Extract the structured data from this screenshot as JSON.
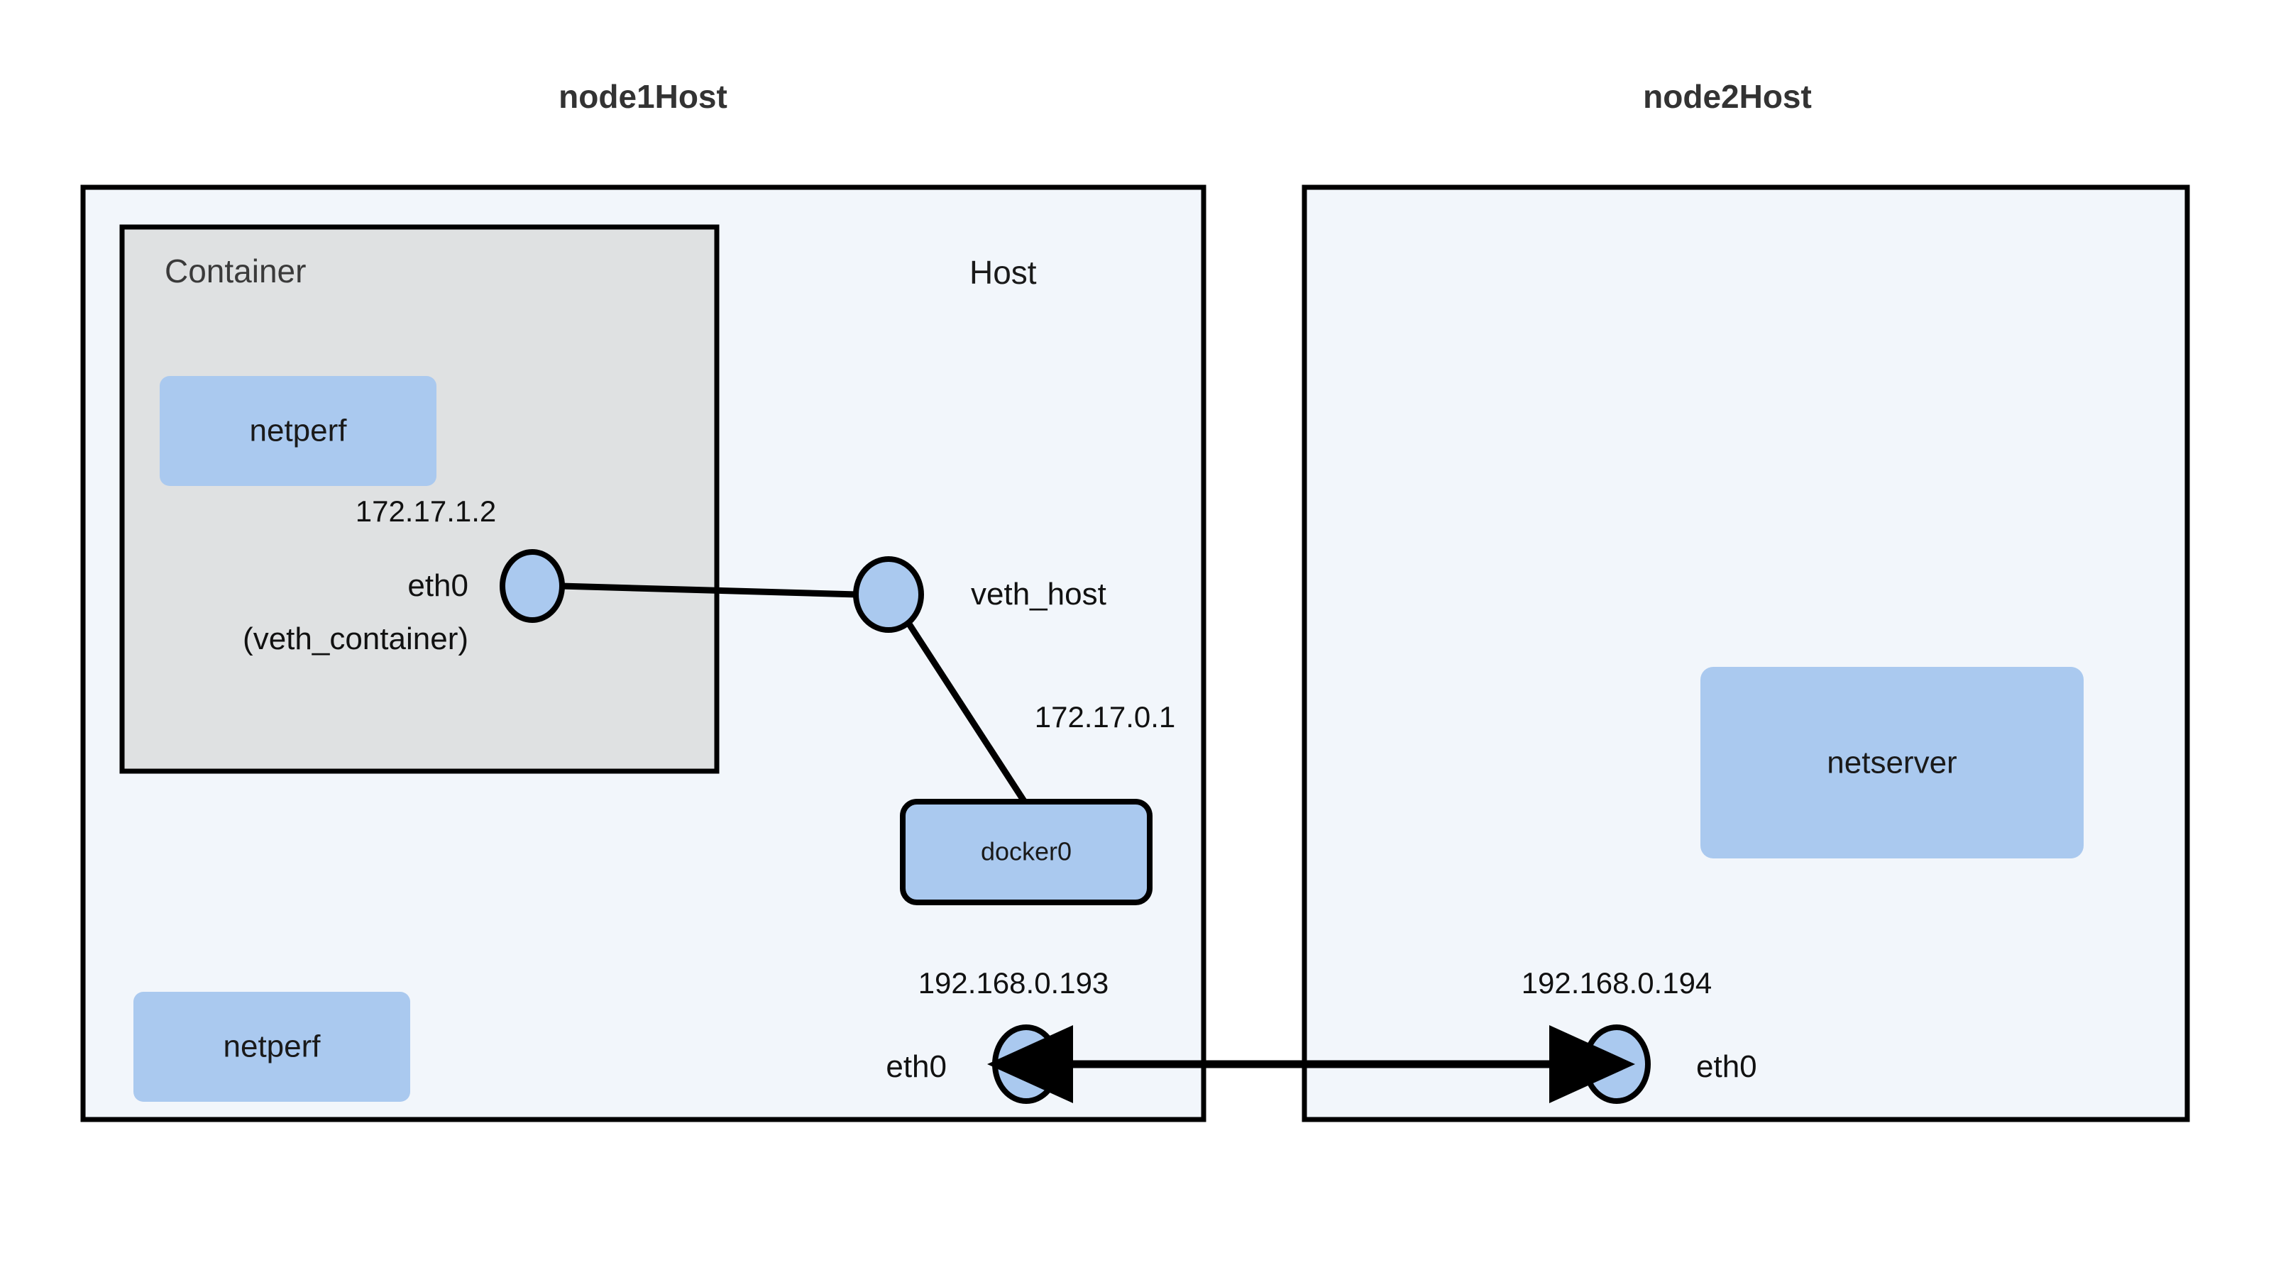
{
  "diagram": {
    "title_left": "node1Host",
    "title_right": "node2Host",
    "colors": {
      "host_fill": "#f2f6fb",
      "host_stroke": "#000000",
      "container_fill": "#dfe1e2",
      "container_stroke": "#000000",
      "process_fill": "#aac9ef",
      "interface_fill": "#aac9ef",
      "interface_stroke": "#000000",
      "link_stroke": "#000000",
      "title_text": "#333333",
      "label_text": "#111111",
      "container_label_text": "#3a3a3a",
      "page_background": "#ffffff"
    }
  },
  "node1": {
    "title": "node1Host",
    "host_zone_label": "Host",
    "container": {
      "label": "Container",
      "process": {
        "label": "netperf"
      },
      "interface": {
        "name_line1": "eth0",
        "name_line2": "(veth_container)",
        "ip": "172.17.1.2"
      }
    },
    "veth_host": {
      "label": "veth_host"
    },
    "bridge": {
      "label": "docker0",
      "ip": "172.17.0.1"
    },
    "host_process": {
      "label": "netperf"
    },
    "host_interface": {
      "label": "eth0",
      "ip": "192.168.0.193"
    }
  },
  "node2": {
    "title": "node2Host",
    "process": {
      "label": "netserver"
    },
    "host_interface": {
      "label": "eth0",
      "ip": "192.168.0.194"
    }
  },
  "links": [
    {
      "name": "container-eth0-to-veth-host",
      "from": "eth0 (veth_container)",
      "to": "veth_host"
    },
    {
      "name": "veth-host-to-docker0",
      "from": "veth_host",
      "to": "docker0"
    },
    {
      "name": "node1-eth0-to-node2-eth0",
      "from": "192.168.0.193",
      "to": "192.168.0.194",
      "arrow": "both"
    }
  ]
}
